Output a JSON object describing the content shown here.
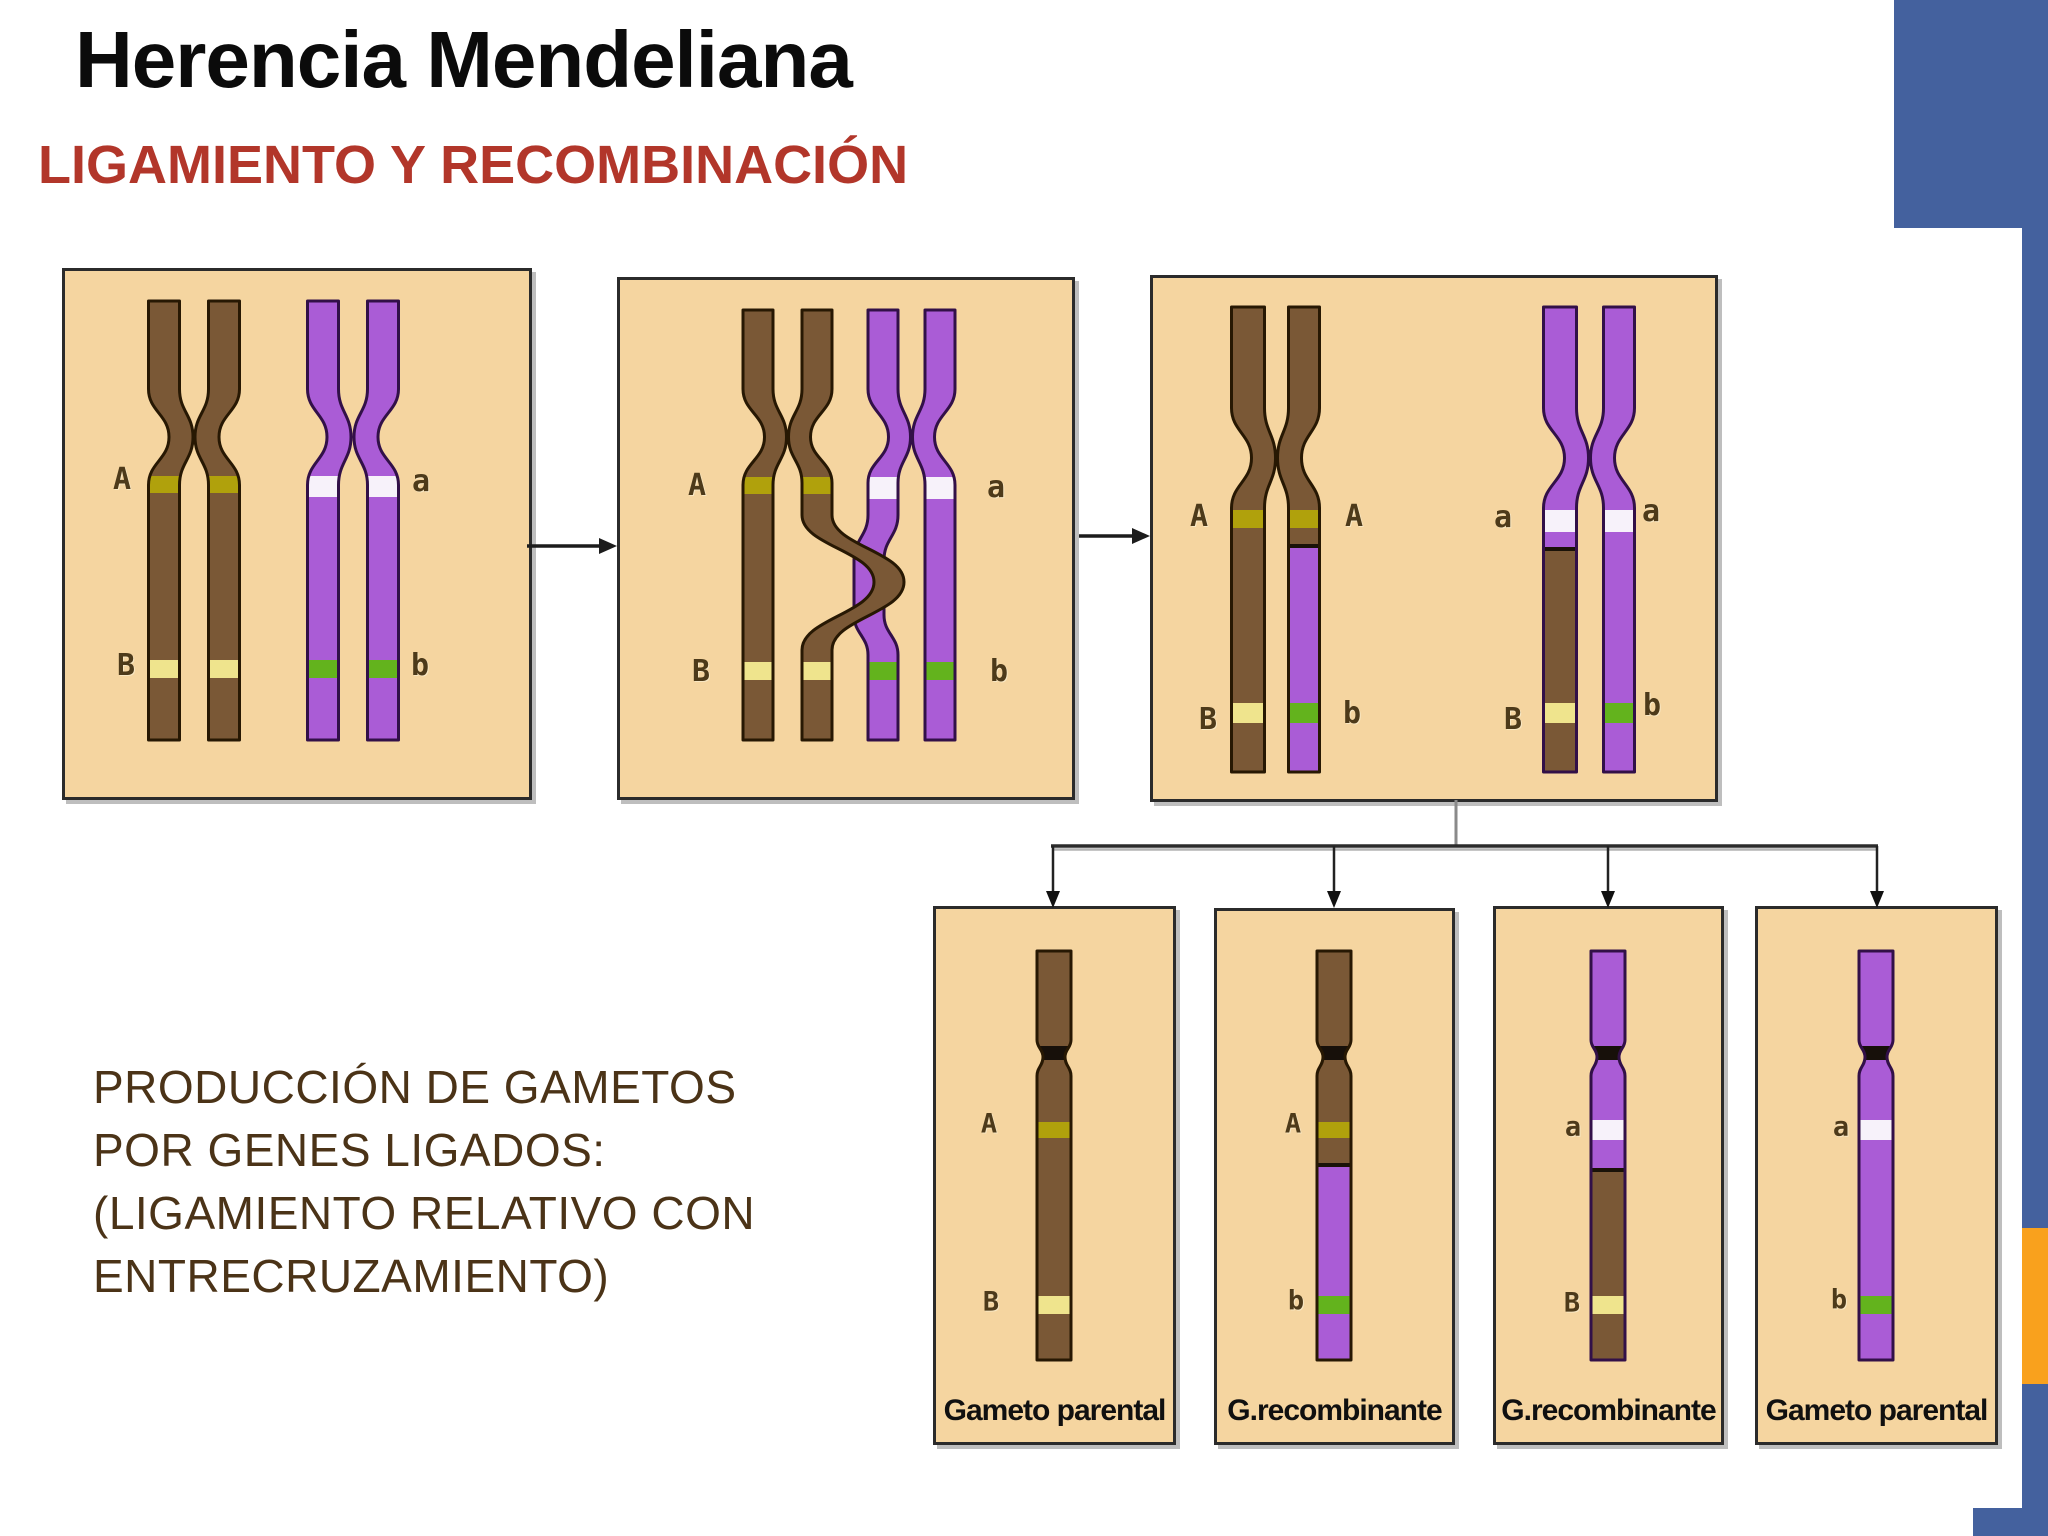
{
  "slide": {
    "title": "Herencia Mendeliana",
    "subtitle": "LIGAMIENTO Y RECOMBINACIÓN"
  },
  "note_lines": [
    "PRODUCCIÓN DE GAMETOS",
    "POR GENES LIGADOS:",
    "(LIGAMIENTO RELATIVO CON",
    "ENTRECRUZAMIENTO)"
  ],
  "gene_labels": {
    "A": "A",
    "a": "a",
    "B": "B",
    "b": "b"
  },
  "captions": {
    "parental": "Gameto parental",
    "recombinant": "G.recombinante"
  },
  "colors": {
    "background": "#ffffff",
    "title": "#0b0b0b",
    "subtitle": "#b2362a",
    "panel_bg": "#f5d5a0",
    "panel_border": "#2b2b2b",
    "chromosome_brown": "#7a5836",
    "chromosome_brown_outline": "#271803",
    "chromosome_purple": "#aa5cd6",
    "chromosome_purple_outline": "#321048",
    "band_olive": "#b0a10c",
    "band_pale_yellow": "#efe48d",
    "band_white": "#f7f2fa",
    "band_green": "#63b31d",
    "label": "#4d3a1a",
    "caption": "#101010",
    "accent_blue": "#44619e",
    "accent_orange": "#f9a11d",
    "line": "#1c1c1c",
    "connector_gray": "#8a8a8a"
  }
}
